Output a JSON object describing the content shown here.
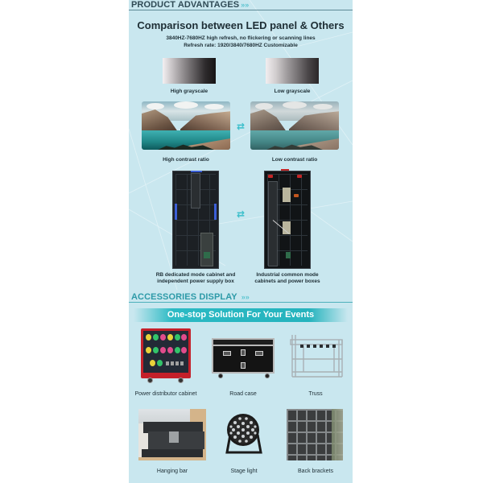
{
  "sections": {
    "product_advantages": {
      "title": "PRODUCT ADVANTAGES",
      "chevrons": "»»"
    },
    "accessories_display": {
      "title": "ACCESSORIES DISPLAY",
      "chevrons": "»»"
    }
  },
  "comparison": {
    "title": "Comparison between LED panel & Others",
    "subtitle_1": "3840HZ-7680HZ high refresh, no flickering or scanning lines",
    "subtitle_2": "Refresh rate: 1920/3840/7680HZ Customizable",
    "swap_icon": "⇄",
    "rows": [
      {
        "left": "High grayscale",
        "right": "Low grayscale"
      },
      {
        "left": "High contrast ratio",
        "right": "Low contrast ratio"
      },
      {
        "left_line1": "RB dedicated mode cabinet and",
        "left_line2": "independent power supply box",
        "right_line1": "Industrial common mode",
        "right_line2": "cabinets and power boxes"
      }
    ]
  },
  "accessories": {
    "banner": "One-stop Solution For Your Events",
    "items": [
      {
        "label": "Power distributor cabinet"
      },
      {
        "label": "Road case"
      },
      {
        "label": "Truss"
      },
      {
        "label": "Hanging bar"
      },
      {
        "label": "Stage light"
      },
      {
        "label": "Back brackets"
      }
    ]
  },
  "colors": {
    "page_bg": "#c9e7ef",
    "accent_teal": "#2bbac4",
    "heading_dark": "#2f4a55",
    "heading_teal": "#2d9aa8"
  }
}
